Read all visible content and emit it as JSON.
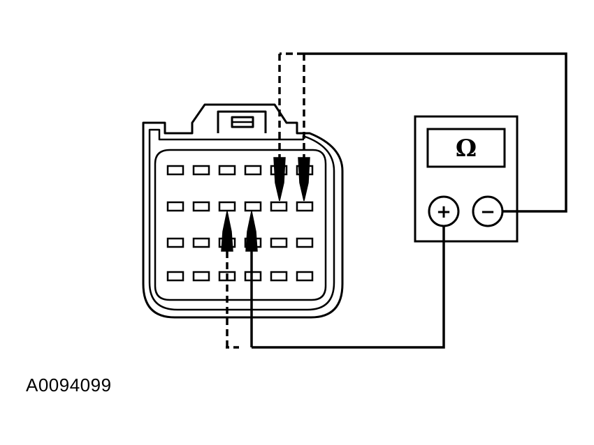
{
  "figure": {
    "id_label": "A0094099"
  },
  "meter": {
    "display_symbol": "Ω",
    "positive_terminal_symbol": "+",
    "negative_terminal_symbol": "−"
  },
  "connector": {
    "pin_rows": 4,
    "pins_per_row": 6
  },
  "colors": {
    "line": "#000000",
    "background": "#ffffff"
  }
}
